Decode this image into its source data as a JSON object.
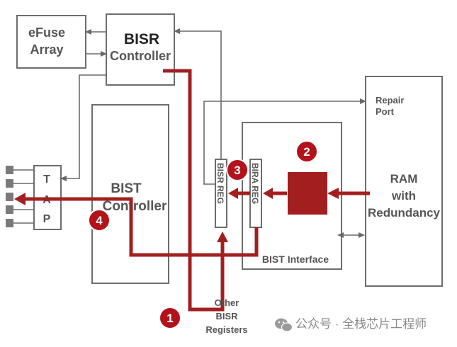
{
  "diagram": {
    "efuse": {
      "line1": "eFuse",
      "line2": "Array"
    },
    "bisr_controller": {
      "line1": "BISR",
      "line2": "Controller"
    },
    "bist_controller": {
      "line1": "BIST",
      "line2": "Controller"
    },
    "tap": {
      "t": "T",
      "a": "A",
      "p": "P"
    },
    "bist_interface": "BIST Interface",
    "bisr_reg": "BISR REG",
    "bira_reg": "BIRA REG",
    "ram": {
      "line1": "RAM",
      "line2": "with",
      "line3": "Redundancy"
    },
    "repair_port": {
      "line1": "Repair",
      "line2": "Port"
    },
    "other_bisr": {
      "line1": "Other",
      "line2": "BISR",
      "line3": "Registers"
    },
    "steps": [
      "1",
      "2",
      "3",
      "4"
    ],
    "watermark": "公众号 · 全栈芯片工程师"
  },
  "colors": {
    "path_red": "#a31f1f",
    "badge_red": "#b3121b",
    "box_border": "#6d6d6d",
    "label_gray": "#555555",
    "tap_pin": "#7a7a7a"
  }
}
